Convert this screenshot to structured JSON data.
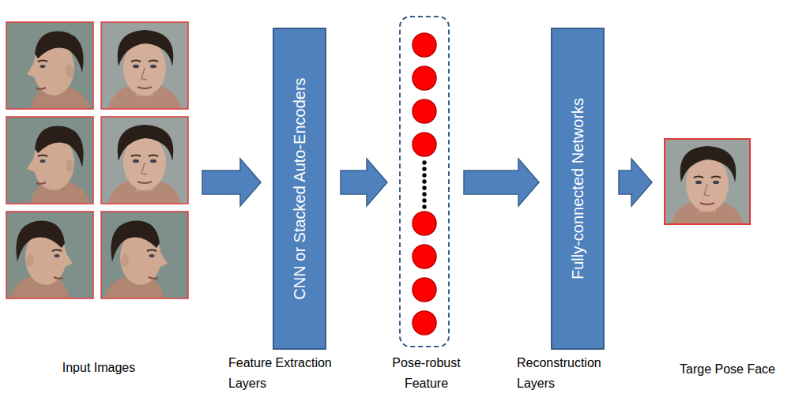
{
  "diagram": {
    "nodes": [
      {
        "text": [
          "Input Images"
        ]
      },
      {
        "text": [
          "CNN or Stacked Auto-Encoders",
          "Feature Extraction Layers"
        ]
      },
      {
        "text": [
          "Pose-robust Feature"
        ]
      },
      {
        "text": [
          "Fully-connected Networks",
          "Reconstruction Layers"
        ]
      },
      {
        "text": [
          "Targe Pose Face"
        ]
      }
    ],
    "edges": [
      {
        "from": 0,
        "to": 1,
        "arrow": "to"
      },
      {
        "from": 1,
        "to": 2,
        "arrow": "to"
      },
      {
        "from": 2,
        "to": 3,
        "arrow": "to"
      },
      {
        "from": 3,
        "to": 4,
        "arrow": "to"
      }
    ]
  }
}
